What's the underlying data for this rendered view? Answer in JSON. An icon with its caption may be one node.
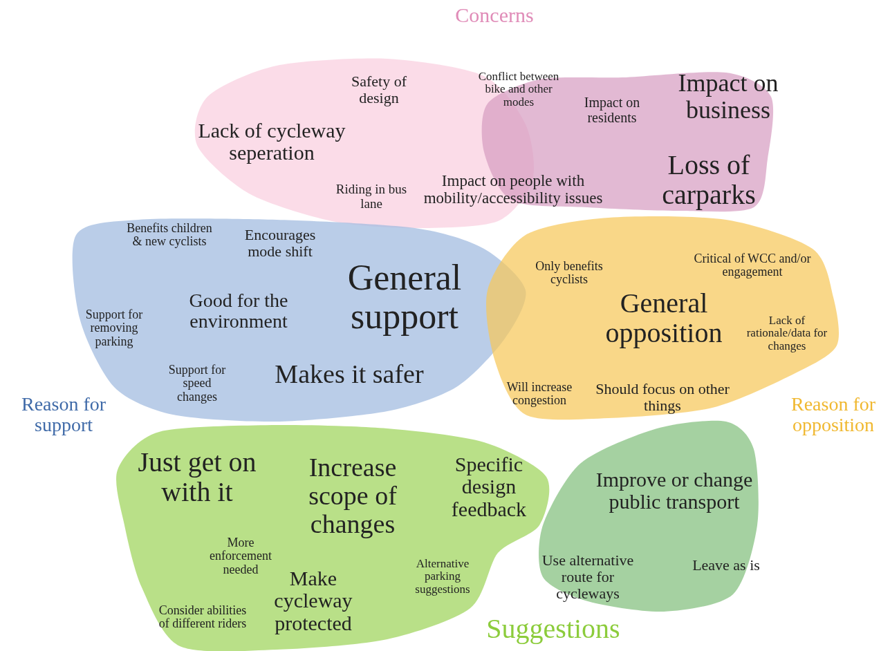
{
  "diagram": {
    "nodes": [
      {
        "text": [
          "Concerns",
          "Safety of design",
          "Lack of cycleway seperation",
          "Riding in bus lane"
        ]
      },
      {
        "text": [
          "Impact on residents",
          "Impact on business",
          "Loss of carparks"
        ]
      },
      {
        "text": [
          "Benefits children & new cyclists",
          "Encourages mode shift",
          "Support for removing parking",
          "Good for the environment",
          "General support",
          "Support for speed changes",
          "Makes it safer",
          "Reason for support"
        ]
      },
      {
        "text": [
          "Only benefits cyclists",
          "Critical of WCC and/or engagement",
          "General opposition",
          "Lack of rationale/data for changes",
          "Will increase congestion",
          "Should focus on other things",
          "Reason for opposition"
        ]
      },
      {
        "text": [
          "Just get on with it",
          "Increase scope of changes",
          "Specific design feedback",
          "More enforcement needed",
          "Make cycleway protected",
          "Alternative parking suggestions",
          "Consider abilities of different riders",
          "Suggestions"
        ]
      },
      {
        "text": [
          "Improve or change public transport",
          "Use alternative route for cycleways",
          "Leave as is"
        ]
      }
    ],
    "edges": [],
    "labels": [
      "Conflict between bike and other modes",
      "Impact on people with mobility/accessibility issues"
    ]
  }
}
